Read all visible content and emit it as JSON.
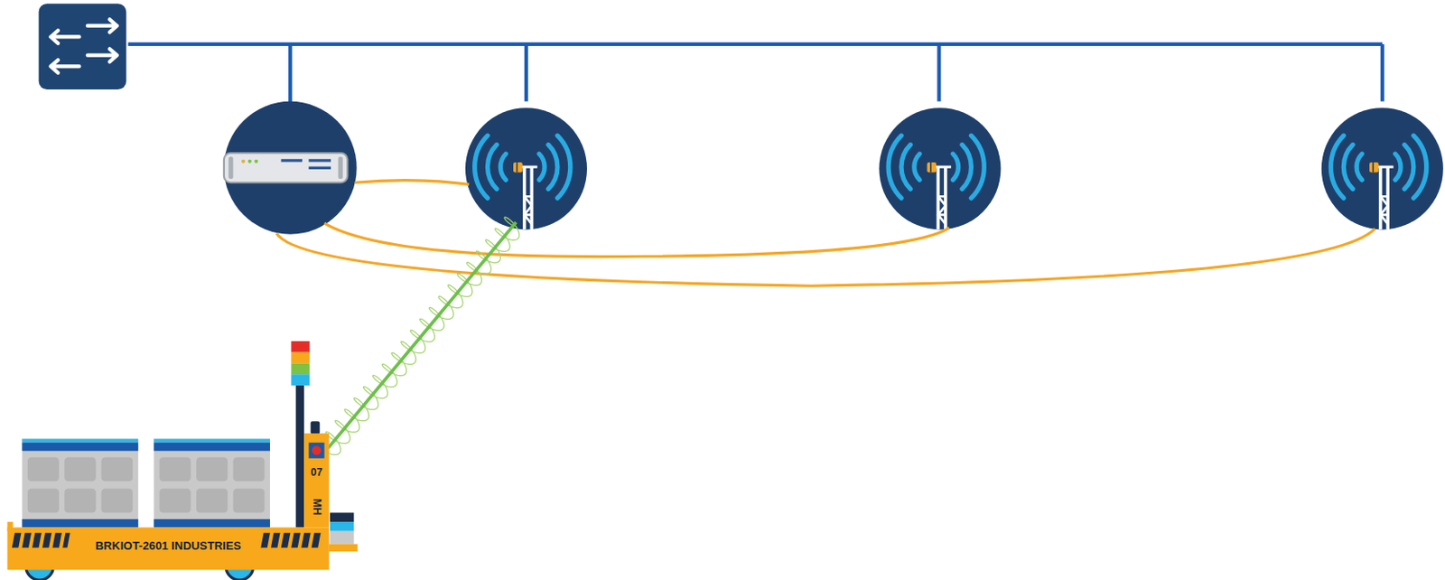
{
  "diagram": {
    "nodes": [
      {
        "text": [
          "BRKIOT-2601 INDUSTRIES"
        ]
      },
      {
        "text": [
          "07",
          "MH"
        ],
        "in": 0
      }
    ]
  }
}
